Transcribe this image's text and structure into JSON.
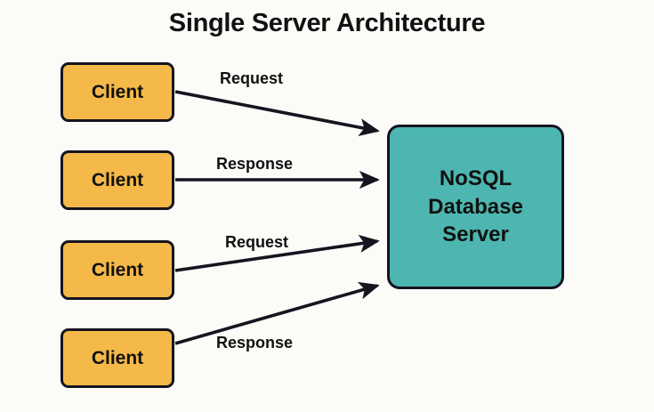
{
  "diagram": {
    "title": "Single Server Architecture",
    "background_color": "#FCFBF8",
    "stroke_color": "#14151F",
    "text_color": "#111111",
    "clients": [
      {
        "label": "Client",
        "fill": "#F5B949"
      },
      {
        "label": "Client",
        "fill": "#F5B949"
      },
      {
        "label": "Client",
        "fill": "#F5B949"
      },
      {
        "label": "Client",
        "fill": "#F5B949"
      }
    ],
    "server": {
      "label": "NoSQL\nDatabase\nServer",
      "line1": "NoSQL",
      "line2": "Database",
      "line3": "Server",
      "fill": "#4DB6B0"
    },
    "edges": [
      {
        "label": "Request",
        "from": "client-1",
        "to": "server"
      },
      {
        "label": "Response",
        "from": "client-2",
        "to": "server"
      },
      {
        "label": "Request",
        "from": "client-3",
        "to": "server"
      },
      {
        "label": "Response",
        "from": "client-4",
        "to": "server"
      }
    ]
  }
}
